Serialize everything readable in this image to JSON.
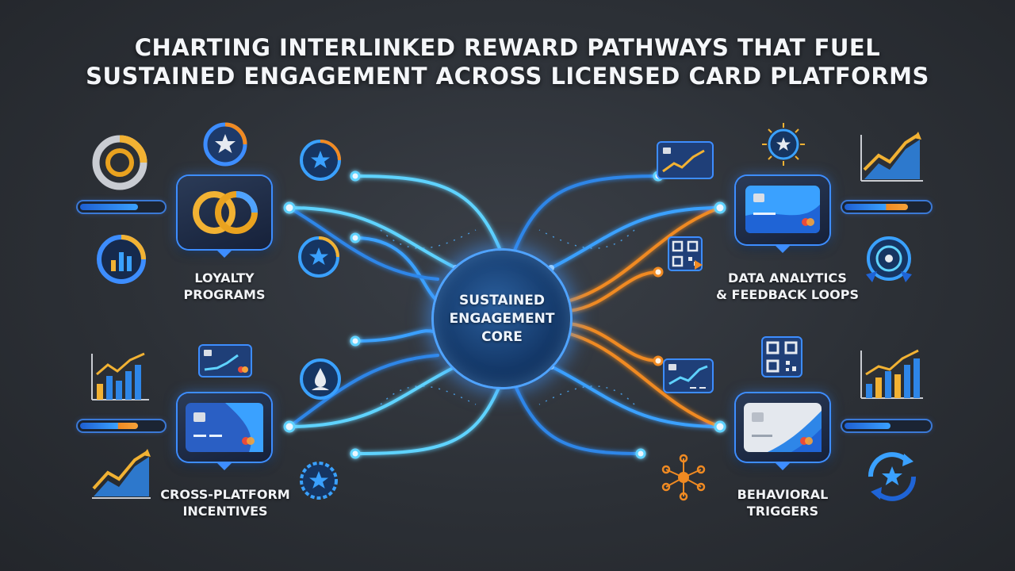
{
  "title": {
    "line1": "CHARTING INTERLINKED REWARD PATHWAYS THAT FUEL",
    "line2": "SUSTAINED ENGAGEMENT ACROSS LICENSED CARD PLATFORMS"
  },
  "core": {
    "label": "SUSTAINED ENGAGEMENT CORE"
  },
  "hubs": {
    "loyalty": {
      "line1": "LOYALTY",
      "line2": "PROGRAMS",
      "icon": "linked-rings-icon"
    },
    "analytics": {
      "line1": "DATA ANALYTICS",
      "line2": "& FEEDBACK LOOPS",
      "icon": "credit-card-icon"
    },
    "cross_platform": {
      "line1": "CROSS-PLATFORM",
      "line2": "INCENTIVES",
      "icon": "credit-card-icon"
    },
    "behavioral": {
      "line1": "BEHAVIORAL",
      "line2": "TRIGGERS",
      "icon": "credit-card-icon"
    }
  },
  "progress": {
    "loyalty": 0.7,
    "analytics": 0.75,
    "cross_platform": 0.7,
    "behavioral": 0.55
  },
  "colors": {
    "background": "#2c3036",
    "blue_line": "#3aa1ff",
    "cyan_line": "#5fd3ff",
    "orange_line": "#f08a22",
    "core_glow": "#4fa3ff"
  }
}
